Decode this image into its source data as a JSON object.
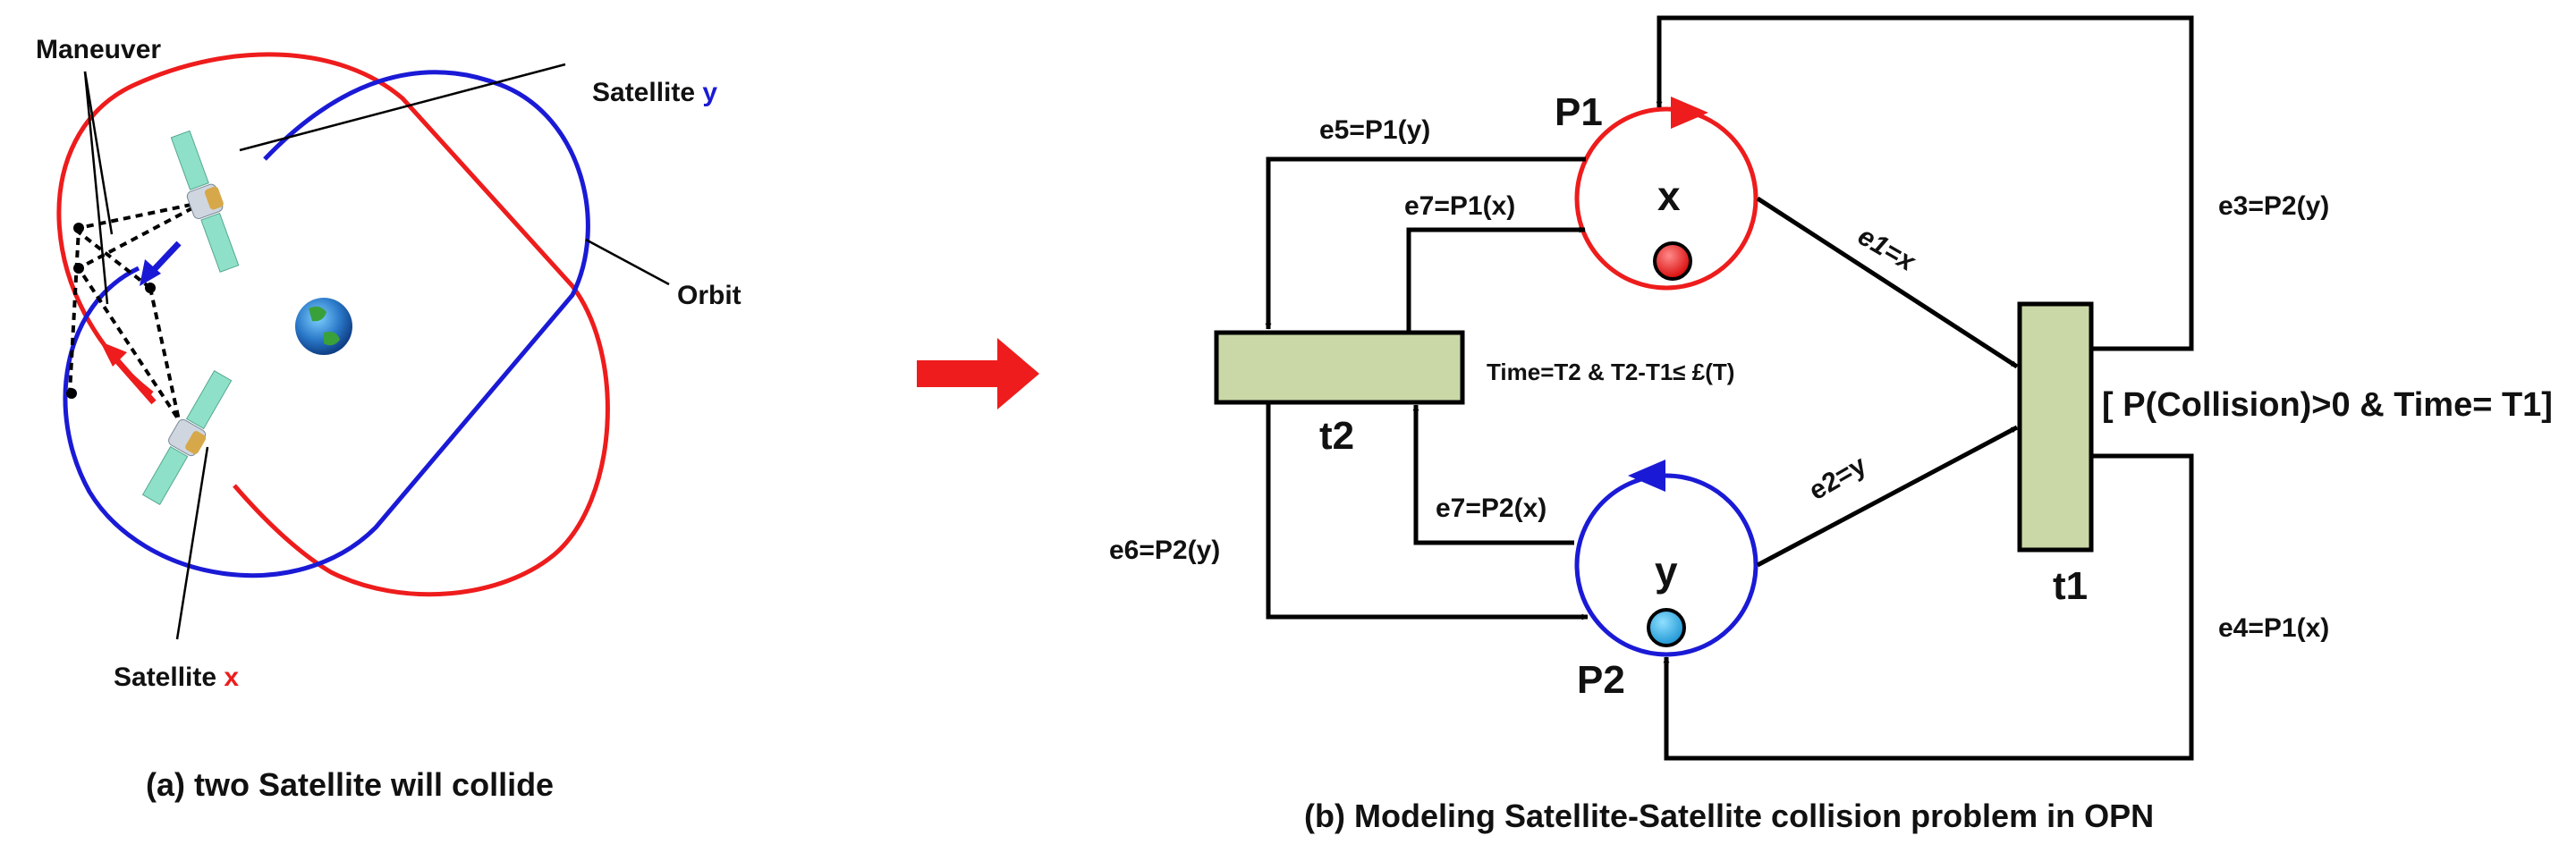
{
  "panel_a": {
    "maneuver_label": "Maneuver",
    "satellite_y_prefix": "Satellite ",
    "satellite_y_letter": "y",
    "satellite_x_prefix": "Satellite ",
    "satellite_x_letter": "x",
    "orbit_label": "Orbit",
    "caption": "(a) two Satellite will collide"
  },
  "panel_b": {
    "p1_label": "P1",
    "p2_label": "P2",
    "token_x": "x",
    "token_y": "y",
    "t1_label": "t1",
    "t2_label": "t2",
    "e1": "e1=x",
    "e2": "e2=y",
    "e3": "e3=P2(y)",
    "e4": "e4=P1(x)",
    "e5": "e5=P1(y)",
    "e6": "e6=P2(y)",
    "e7_top": "e7=P1(x)",
    "e7_bottom": "e7=P2(x)",
    "t2_guard": "Time=T2 & T2-T1≤ £(T)",
    "t1_guard": "[ P(Collision)>0 & Time= T1]",
    "caption": "(b) Modeling Satellite-Satellite collision problem  in OPN"
  },
  "colors": {
    "red": "#ee1c1c",
    "blue": "#1a1ad6",
    "transition_fill": "#c9d8a6",
    "token_red": "#ee1111",
    "token_blue": "#1aa0e0"
  },
  "icons": [
    "earth-icon",
    "satellite-icon",
    "red-arrow-icon"
  ]
}
